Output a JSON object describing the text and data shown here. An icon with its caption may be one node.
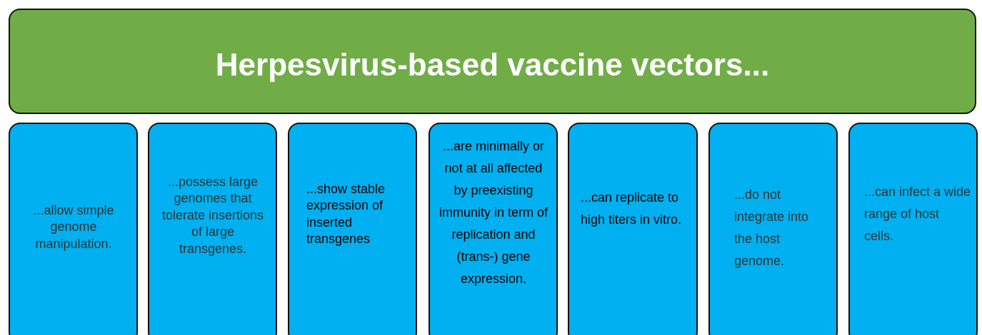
{
  "diagram": {
    "nodes": [
      {
        "text": [
          "Herpesvirus-based vaccine vectors..."
        ]
      },
      {
        "text": [
          "...allow simple genome manipulation."
        ]
      },
      {
        "text": [
          "...possess large genomes that tolerate insertions of large transgenes."
        ]
      },
      {
        "text": [
          "...show stable expression of inserted transgenes"
        ]
      },
      {
        "text": [
          "...are minimally or not at all affected by preexisting immunity in term of replication and (trans-) gene expression."
        ]
      },
      {
        "text": [
          "...can replicate to high titers in vitro."
        ]
      },
      {
        "text": [
          "...do not integrate into the host genome."
        ]
      },
      {
        "text": [
          "...can infect a wide range of host cells."
        ]
      }
    ],
    "edges": []
  }
}
